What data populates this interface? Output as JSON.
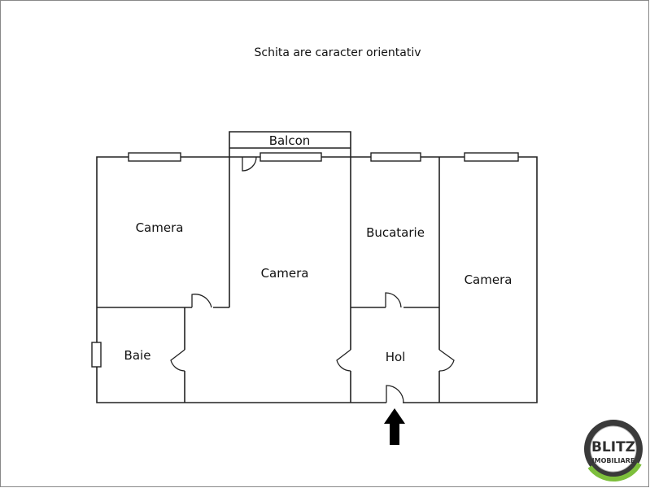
{
  "title": "Schita are caracter orientativ",
  "rooms": {
    "balcon": "Balcon",
    "camera_left": "Camera",
    "camera_center": "Camera",
    "bucatarie": "Bucatarie",
    "camera_right": "Camera",
    "baie": "Baie",
    "hol": "Hol"
  },
  "logo": {
    "brand": "BLITZ",
    "sub": "IMOBILIARE",
    "colors": {
      "ring": "#7dbf3c",
      "dark": "#3a3a3a"
    }
  }
}
